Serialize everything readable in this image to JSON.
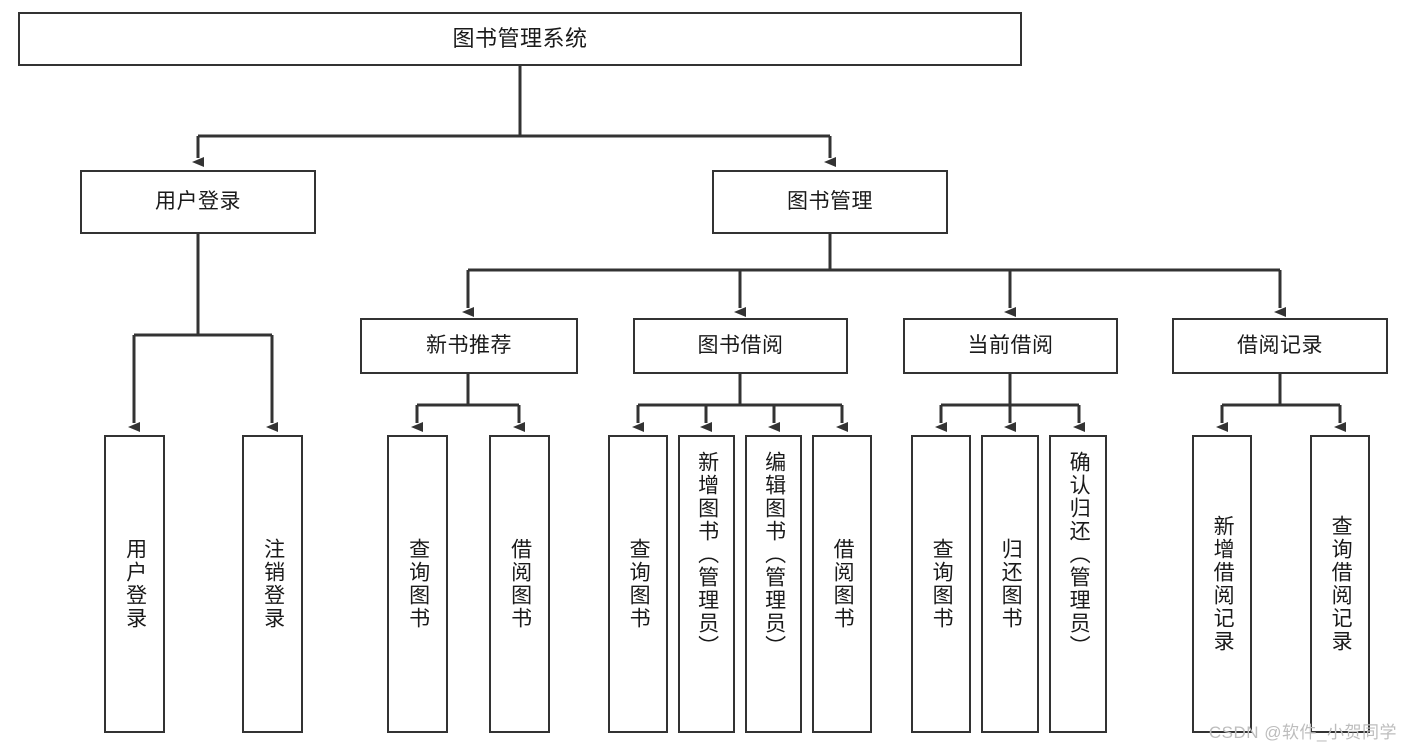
{
  "diagram": {
    "type": "hierarchy-tree",
    "title": "图书管理系统",
    "orientation": "top-down",
    "levels": 4,
    "colors": {
      "node_border": "#333333",
      "node_fill": "#ffffff",
      "edge": "#333333",
      "text": "#1a1a1a",
      "watermark": "#bdbdbd",
      "background": "#ffffff"
    }
  },
  "nodes": {
    "root": {
      "label": "图书管理系统"
    },
    "level2": [
      {
        "label": "用户登录"
      },
      {
        "label": "图书管理"
      }
    ],
    "level3": [
      {
        "label": "新书推荐"
      },
      {
        "label": "图书借阅"
      },
      {
        "label": "当前借阅"
      },
      {
        "label": "借阅记录"
      }
    ],
    "leaves": {
      "user_login": [
        {
          "label": "用户登录"
        },
        {
          "label": "注销登录"
        }
      ],
      "new_book_recommend": [
        {
          "label": "查询图书"
        },
        {
          "label": "借阅图书"
        }
      ],
      "book_borrow": [
        {
          "label": "查询图书"
        },
        {
          "label": "新增图书（管理员）"
        },
        {
          "label": "编辑图书（管理员）"
        },
        {
          "label": "借阅图书"
        }
      ],
      "current_borrow": [
        {
          "label": "查询图书"
        },
        {
          "label": "归还图书"
        },
        {
          "label": "确认归还（管理员）"
        }
      ],
      "borrow_record": [
        {
          "label": "新增借阅记录"
        },
        {
          "label": "查询借阅记录"
        }
      ]
    }
  },
  "watermark": {
    "text": "CSDN @软件_小贺同学"
  }
}
